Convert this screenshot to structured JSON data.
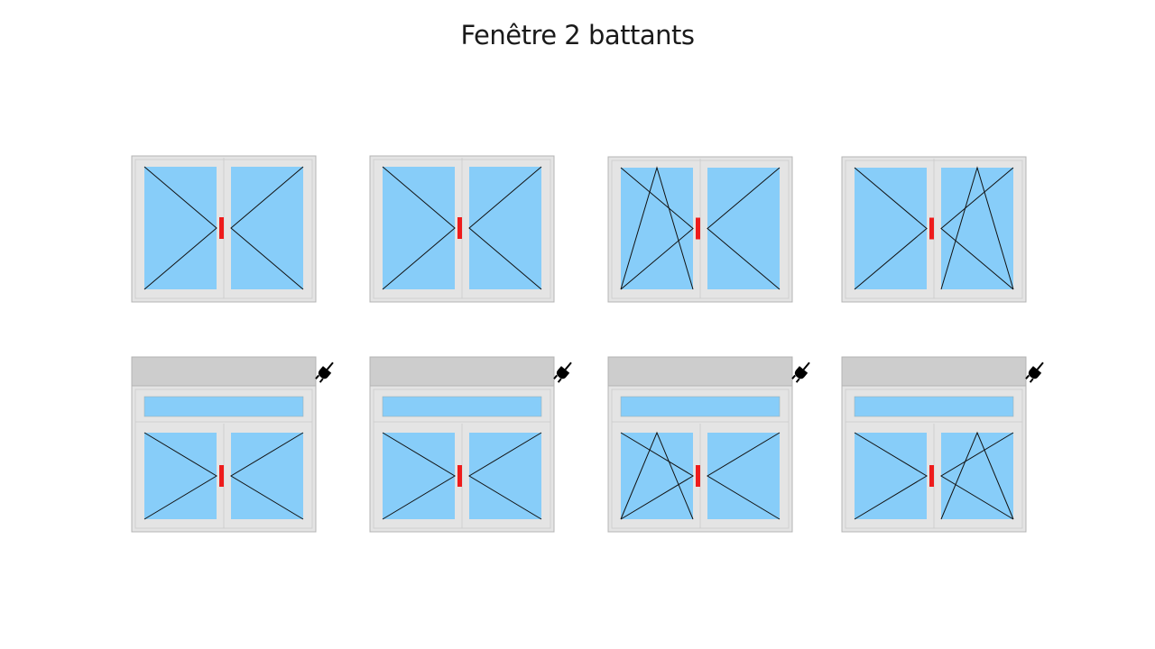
{
  "title": "Fenêtre 2 battants",
  "colors": {
    "frame": "#e4e4e4",
    "frame_stroke": "#b4b4b4",
    "glass": "#87cdf9",
    "handle": "#ee1b1b",
    "shutter_box": "#cdcdcd",
    "line": "#111111"
  },
  "windows": [
    {
      "left_leaf": "casement-right-hinge",
      "right_leaf": "casement-left-hinge",
      "shutter": false,
      "transom": false,
      "motor_icon": "none"
    },
    {
      "left_leaf": "casement-right-hinge",
      "right_leaf": "casement-left-hinge",
      "shutter": false,
      "transom": false,
      "motor_icon": "none"
    },
    {
      "left_leaf": "tilt-and-turn",
      "right_leaf": "casement-left-hinge",
      "shutter": false,
      "transom": false,
      "motor_icon": "none"
    },
    {
      "left_leaf": "casement-right-hinge",
      "right_leaf": "tilt-and-turn",
      "shutter": false,
      "transom": false,
      "motor_icon": "none"
    },
    {
      "left_leaf": "casement-right-hinge",
      "right_leaf": "casement-left-hinge",
      "shutter": true,
      "transom": true,
      "motor_icon": "electric-plug-icon"
    },
    {
      "left_leaf": "casement-right-hinge",
      "right_leaf": "casement-left-hinge",
      "shutter": true,
      "transom": true,
      "motor_icon": "electric-plug-icon"
    },
    {
      "left_leaf": "tilt-and-turn",
      "right_leaf": "casement-left-hinge",
      "shutter": true,
      "transom": true,
      "motor_icon": "electric-plug-icon"
    },
    {
      "left_leaf": "casement-right-hinge",
      "right_leaf": "tilt-and-turn",
      "shutter": true,
      "transom": true,
      "motor_icon": "electric-plug-icon"
    }
  ]
}
